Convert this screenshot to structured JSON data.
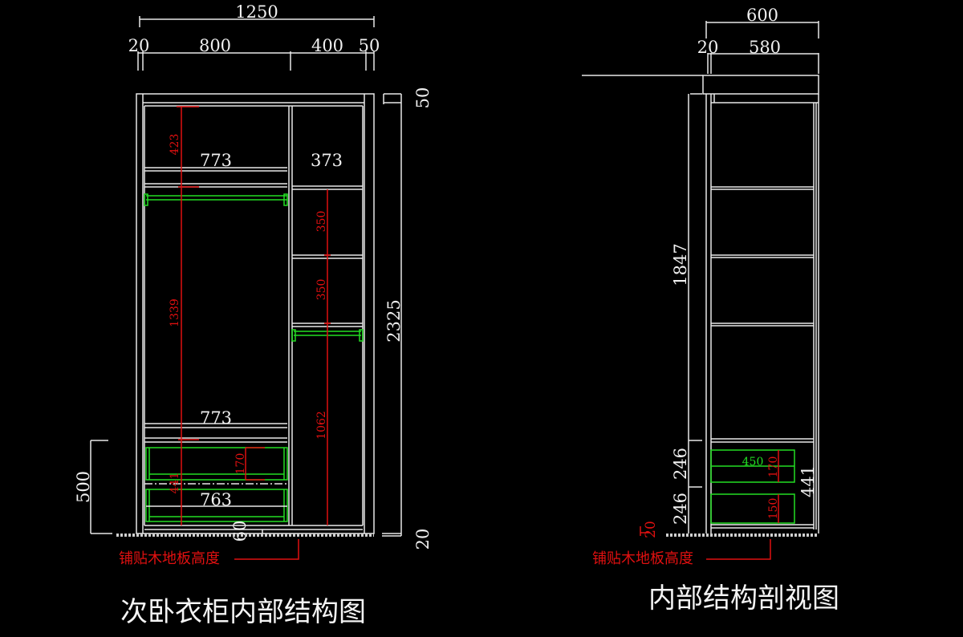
{
  "left_view": {
    "title": "次卧衣柜内部结构图",
    "floor_label": "铺贴木地板高度",
    "dims": {
      "total_width": "1250",
      "side_left": "20",
      "left_bay": "800",
      "right_bay": "400",
      "side_right": "50",
      "top": "50",
      "height": "2325",
      "bottom": "20",
      "drawer_zone": "500",
      "shelf_left_top": "773",
      "shelf_right_top": "373",
      "shelf_left_mid": "773",
      "drawer_width": "763",
      "plinth": "60",
      "red_top": "423",
      "red_hang": "1339",
      "red_drawers": "441",
      "red_drawer_h": "170",
      "red_right_1": "350",
      "red_right_2": "350",
      "red_right_3": "1062"
    }
  },
  "right_view": {
    "title": "内部结构剖视图",
    "floor_label": "铺贴木地板高度",
    "dims": {
      "depth_total": "600",
      "back": "20",
      "depth_inner": "580",
      "upper_height": "1847",
      "drawer_1": "246",
      "drawer_2": "246",
      "drawer_zone": "441",
      "drawer_depth": "450",
      "drawer_h1": "170",
      "drawer_h2": "150",
      "floor": "20"
    }
  },
  "colors": {
    "line": "#e8e8e8",
    "green": "#22dd22",
    "red": "#e01010",
    "background": "#000000"
  }
}
